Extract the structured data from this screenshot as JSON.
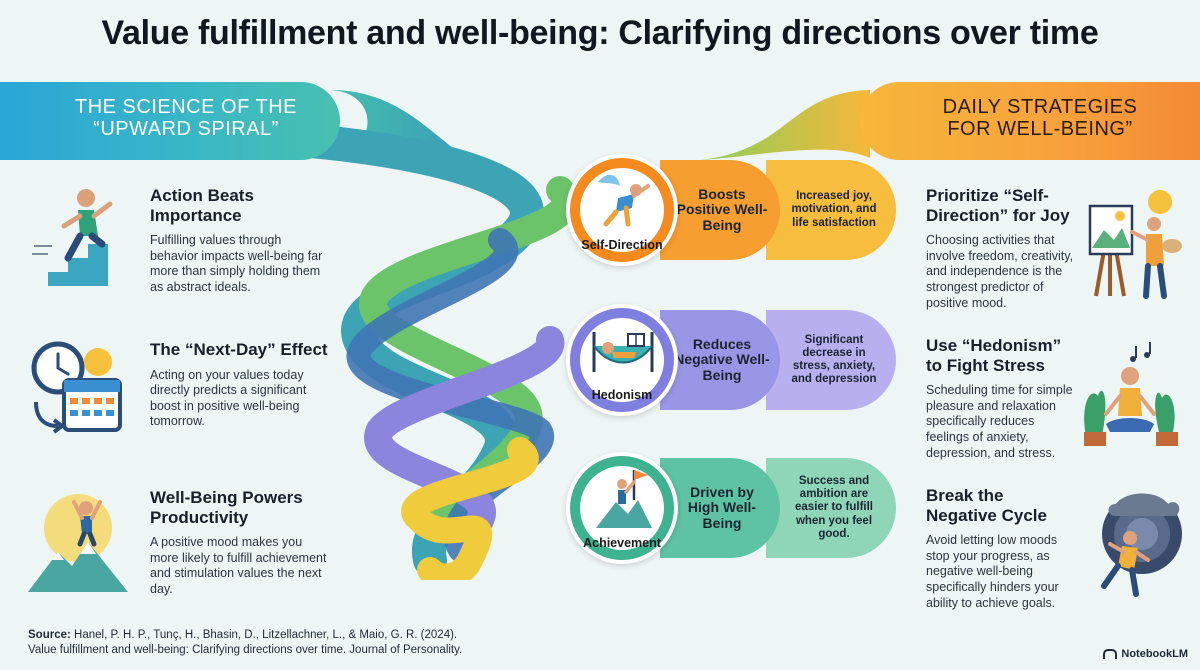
{
  "title": "Value fulfillment and well-being: Clarifying directions over time",
  "left_banner": {
    "line1": "THE SCIENCE OF THE",
    "line2": "“UPWARD SPIRAL”"
  },
  "right_banner": {
    "line1": "DAILY STRATEGIES",
    "line2": "FOR WELL-BEING”"
  },
  "left_items": [
    {
      "title": "Action Beats Importance",
      "body": "Fulfilling values through behavior impacts well-being far more than simply holding them as abstract ideals."
    },
    {
      "title": "The “Next-Day” Effect",
      "body": "Acting on your values today directly predicts a significant boost in positive well-being tomorrow."
    },
    {
      "title": "Well-Being Powers Productivity",
      "body": "A positive mood makes you more likely to fulfill achievement and stimulation values the next day."
    }
  ],
  "center_rows": [
    {
      "circle_label": "Self-Direction",
      "effect": "Boosts Positive Well-Being",
      "detail": "Increased joy, motivation, and life satisfaction"
    },
    {
      "circle_label": "Hedonism",
      "effect": "Reduces Negative Well-Being",
      "detail": "Significant decrease in stress, anxiety, and depression"
    },
    {
      "circle_label": "Achievement",
      "effect": "Driven by High Well-Being",
      "detail": "Success and ambition are easier to fulfill when you feel good."
    }
  ],
  "right_items": [
    {
      "title": "Prioritize “Self-Direction” for Joy",
      "body": "Choosing activities that involve freedom, creativity, and independence is the strongest predictor of positive mood."
    },
    {
      "title": "Use “Hedonism” to Fight Stress",
      "body": "Scheduling time for simple pleasure and relaxation specifically reduces feelings of anxiety, depression, and stress."
    },
    {
      "title": "Break the Negative Cycle",
      "body": "Avoid letting low moods stop your progress, as negative well-being specifically hinders your ability to achieve goals."
    }
  ],
  "source": {
    "label": "Source:",
    "line1": "Hanel, P. H. P., Tunç, H., Bhasin, D., Litzellachner, L., & Maio, G. R. (2024).",
    "line2": "Value fulfillment and well-being: Clarifying directions over time. Journal of Personality."
  },
  "brand": "NotebookLM",
  "colors": {
    "background": "#eef6f5",
    "self_direction": "#f58a1f",
    "hedonism": "#7f7fe0",
    "achievement": "#3fb28f",
    "left_banner": "#2aa6d8",
    "right_banner": "#f6b73a"
  }
}
